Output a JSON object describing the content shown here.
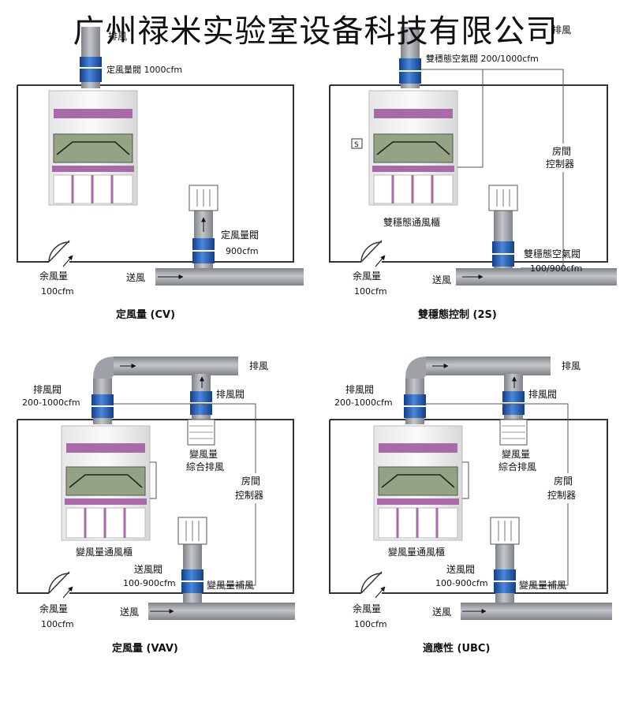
{
  "company_name": "广州禄米实验室设备科技有限公司",
  "panels": [
    {
      "caption": "定風量 (CV)",
      "exhaust_label": "排風",
      "fume_hood_valve_label": "定風量閥 1000cfm",
      "supply_valve_label": "定風量閥",
      "supply_valve_value": "900cfm",
      "supply_label": "送風",
      "leak_label": "余風量",
      "leak_value": "100cfm"
    },
    {
      "caption": "雙穩態控制 (2S)",
      "exhaust_label": "排風",
      "exhaust_valve_label": "雙穩態空氣閥 200/1000cfm",
      "sensor_label": "S",
      "room_controller_line1": "房間",
      "room_controller_line2": "控制器",
      "hood_label": "雙穩態通風櫃",
      "supply_valve_label": "雙穩態空氣閥",
      "supply_valve_value": "100/900cfm",
      "supply_label": "送風",
      "leak_label": "余風量",
      "leak_value": "100cfm"
    },
    {
      "caption": "定風量 (VAV)",
      "exhaust_label": "排風",
      "exhaust_valve_label": "排風閥",
      "exhaust_valve_value": "200-1000cfm",
      "general_valve_label": "排風閥",
      "general_exhaust_line1": "變風量",
      "general_exhaust_line2": "綜合排風",
      "room_controller_line1": "房間",
      "room_controller_line2": "控制器",
      "hood_label": "變風量通風櫃",
      "supply_valve_label": "送風閥",
      "supply_valve_value": "100-900cfm",
      "makeup_label": "變風量補風",
      "supply_label": "送風",
      "leak_label": "余風量",
      "leak_value": "100cfm"
    },
    {
      "caption": "適應性 (UBC)",
      "exhaust_label": "排風",
      "exhaust_valve_label": "排風閥",
      "exhaust_valve_value": "200-1000cfm",
      "general_valve_label": "排風閥",
      "general_exhaust_line1": "變風量",
      "general_exhaust_line2": "綜合排風",
      "room_controller_line1": "房間",
      "room_controller_line2": "控制器",
      "hood_label": "變風量通風櫃",
      "supply_valve_label": "送風閥",
      "supply_valve_value": "100-900cfm",
      "makeup_label": "變風量補風",
      "supply_label": "送風",
      "leak_label": "余風量",
      "leak_value": "100cfm"
    }
  ],
  "colors": {
    "duct": "#9ea2a6",
    "duct_edge": "#7b7f84",
    "valve_blue": "#1f5fb8",
    "hood_purple": "#a96aa8",
    "hood_green": "#93a383",
    "wall": "#333333"
  }
}
